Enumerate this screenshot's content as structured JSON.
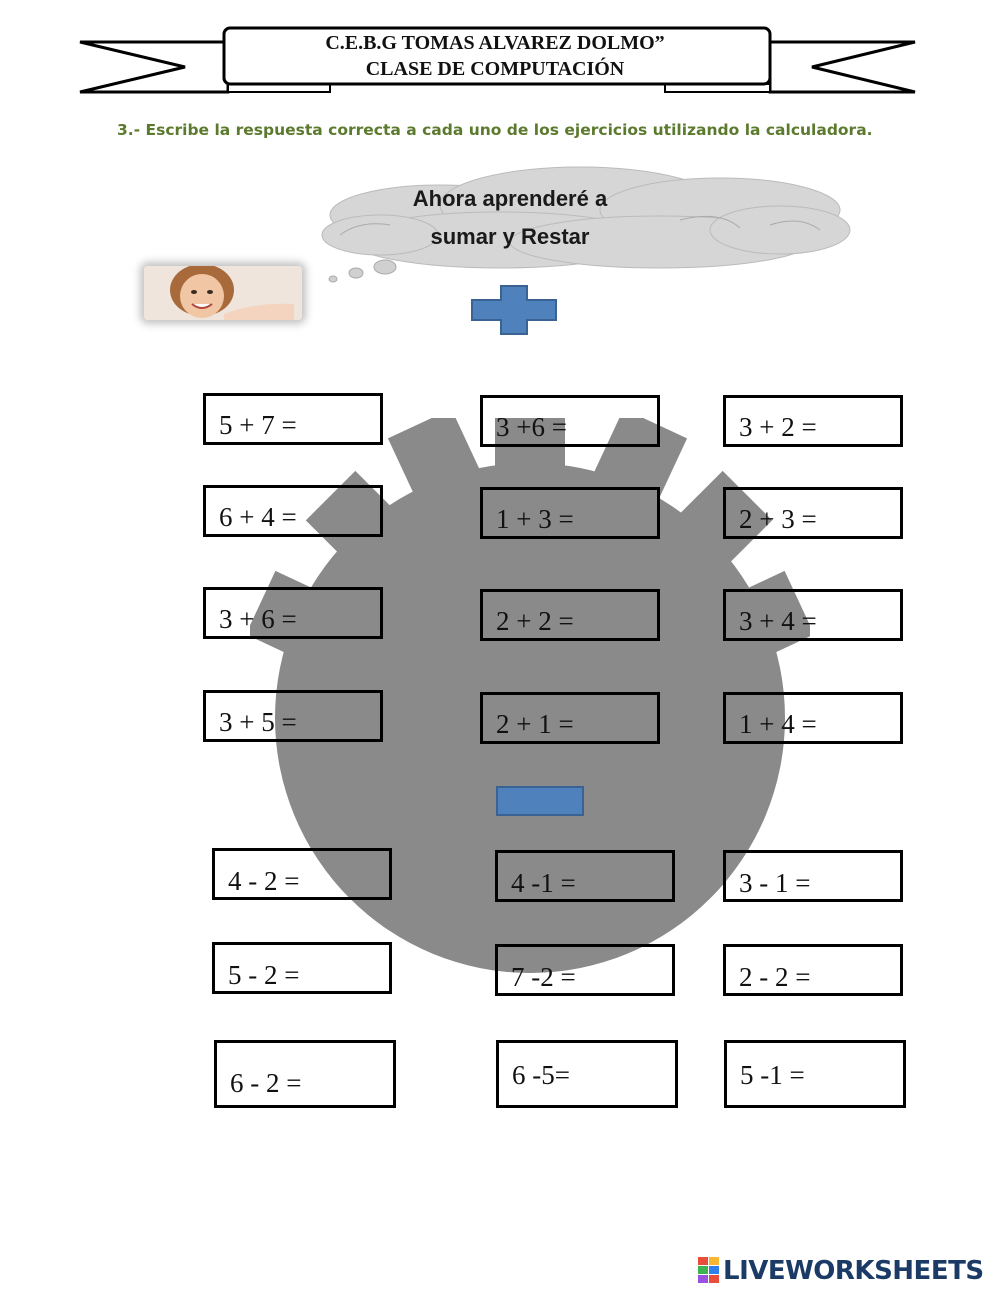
{
  "header": {
    "line1": "C.E.B.G TOMAS ALVAREZ DOLMO”",
    "line2": "CLASE DE COMPUTACIÓN"
  },
  "instructions": "3.- Escribe la respuesta correcta a cada uno de los ejercicios utilizando la calculadora.",
  "thought_bubble": {
    "line1": "Ahora aprenderé  a",
    "line2": "sumar y Restar"
  },
  "addition": [
    [
      "5 + 7 =",
      "3 +6 =",
      "3 + 2 ="
    ],
    [
      "6 + 4 =",
      "1 + 3 =",
      "2 + 3 ="
    ],
    [
      "3 + 6 =",
      "2 + 2 =",
      "3 + 4 ="
    ],
    [
      "3 + 5 =",
      "2 + 1 =",
      "1 + 4 ="
    ]
  ],
  "subtraction": [
    [
      "4 - 2 =",
      "4 -1 =",
      "3 - 1 ="
    ],
    [
      "5 - 2 =",
      "7 -2 =",
      "2 - 2 ="
    ],
    [
      "6 - 2 =",
      "6 -5=",
      "5 -1 ="
    ]
  ],
  "footer": {
    "brand": "LIVEWORKSHEETS"
  },
  "colors": {
    "instruction_text": "#5c7a2e",
    "plus_sign": "#4a7ebb",
    "minus_sign": "#4a7ebb",
    "gear": "#8a8a8a",
    "cloud": "#dcdcdc",
    "brand": "#1b3a66"
  }
}
